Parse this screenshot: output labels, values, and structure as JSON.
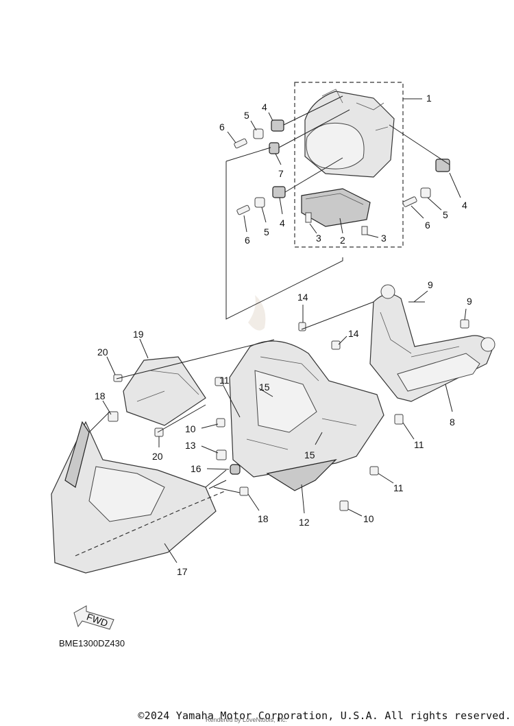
{
  "diagram": {
    "code": "BME1300DZ430",
    "fwd_label": "FWD",
    "copyright": "©2024 Yamaha Motor Corporation, U.S.A. All rights reserved.",
    "rendered_by": "Rendered by LoveNtools, Inc."
  },
  "callouts": {
    "c1": "1",
    "c2": "2",
    "c3a": "3",
    "c3b": "3",
    "c4a": "4",
    "c4b": "4",
    "c4c": "4",
    "c5a": "5",
    "c5b": "5",
    "c5c": "5",
    "c6a": "6",
    "c6b": "6",
    "c6c": "6",
    "c7": "7",
    "c8": "8",
    "c9a": "9",
    "c9b": "9",
    "c10a": "10",
    "c10b": "10",
    "c11a": "11",
    "c11b": "11",
    "c11c": "11",
    "c12": "12",
    "c13": "13",
    "c14a": "14",
    "c14b": "14",
    "c15a": "15",
    "c15b": "15",
    "c16": "16",
    "c17": "17",
    "c18a": "18",
    "c18b": "18",
    "c19": "19",
    "c20a": "20",
    "c20b": "20"
  }
}
